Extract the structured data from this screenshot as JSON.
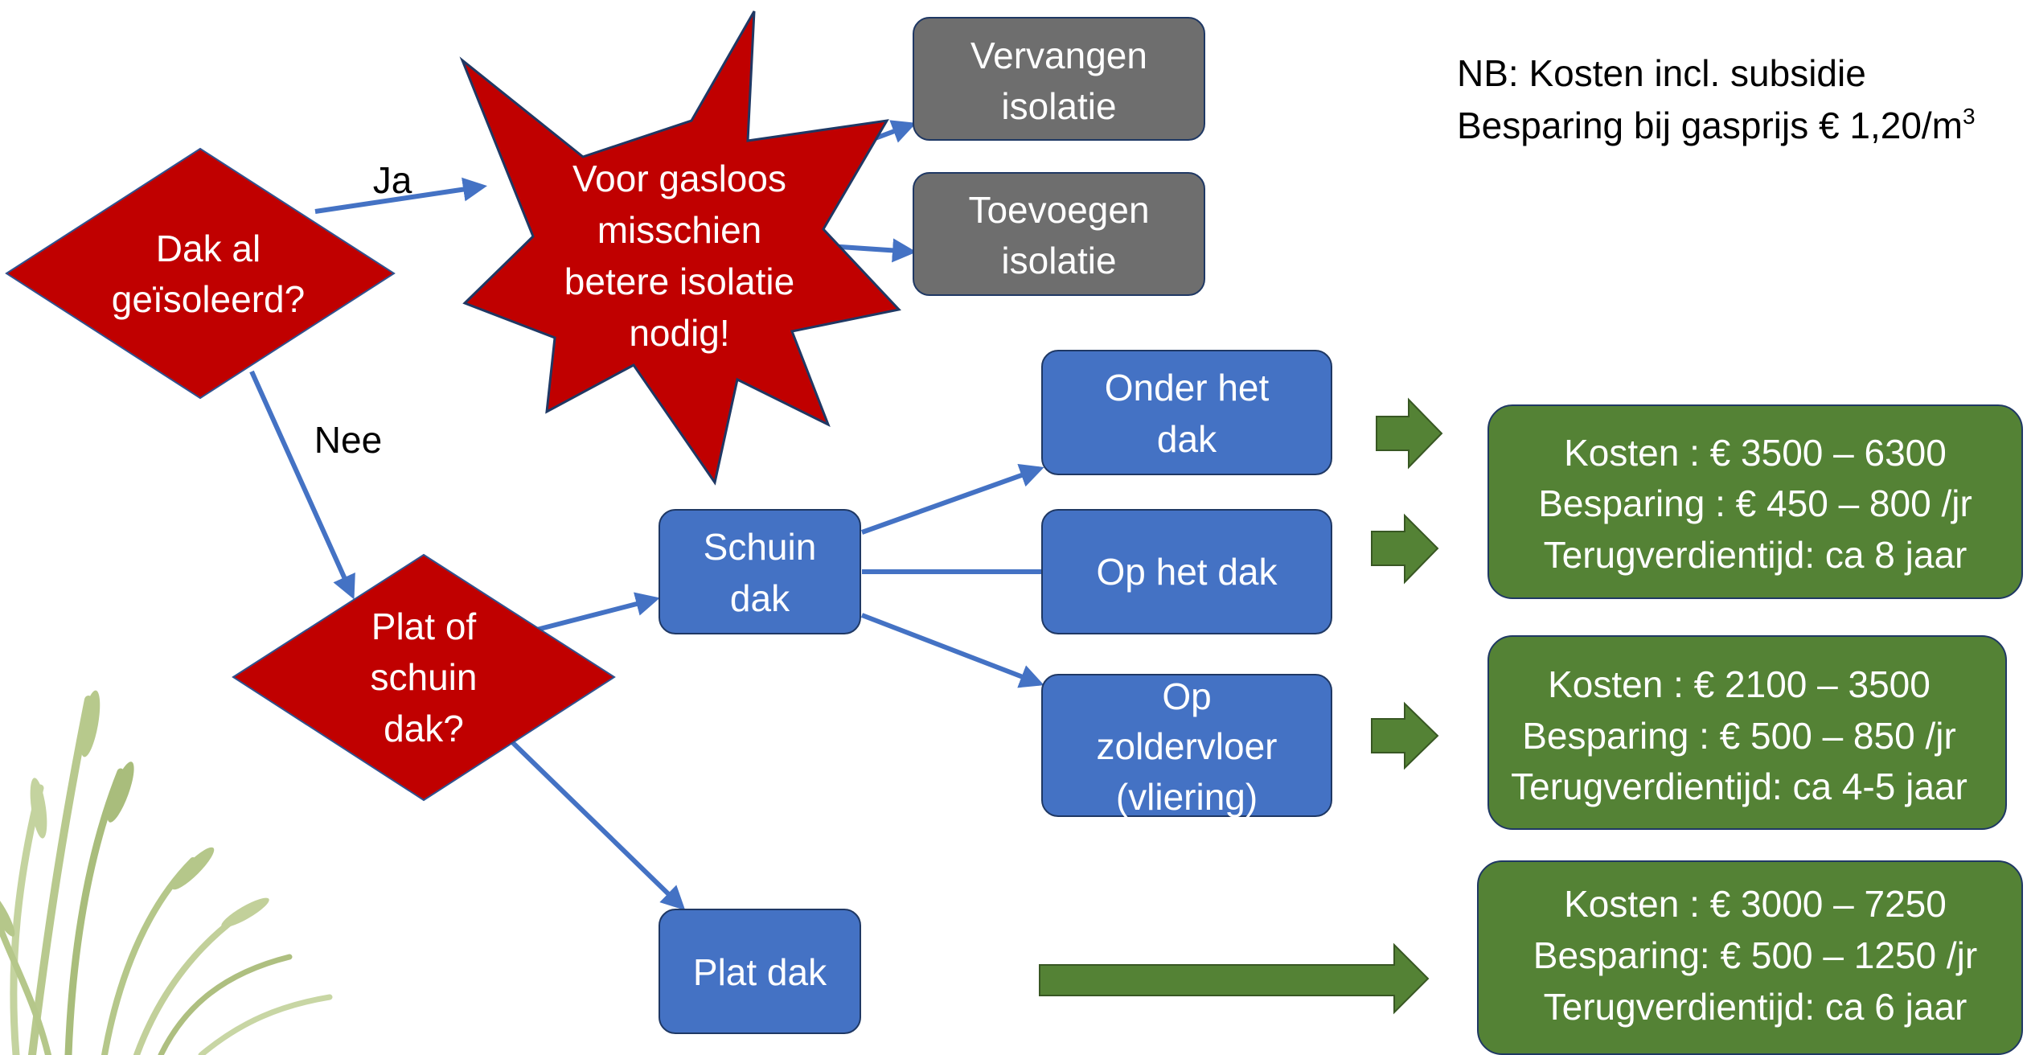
{
  "colors": {
    "decision_red": "#c00000",
    "option_blue": "#4472c4",
    "info_grey": "#6e6e6e",
    "result_green": "#548235",
    "connector_blue": "#4472c4",
    "plant_green": "#b5c78a"
  },
  "note": {
    "line1": "NB: Kosten incl. subsidie",
    "line2": "Besparing bij gasprijs € 1,20/m",
    "superscript": "3"
  },
  "decisions": {
    "insulated": {
      "line1": "Dak al",
      "line2": "geïsoleerd?"
    },
    "flat_or_pitched": {
      "line1": "Plat of",
      "line2": "schuin",
      "line3": "dak?"
    }
  },
  "edge_labels": {
    "yes": "Ja",
    "no": "Nee"
  },
  "warning": {
    "line1": "Voor gasloos",
    "line2": "misschien",
    "line3": "betere isolatie",
    "line4": "nodig!"
  },
  "grey_boxes": {
    "replace": {
      "line1": "Vervangen",
      "line2": "isolatie"
    },
    "add": {
      "line1": "Toevoegen",
      "line2": "isolatie"
    }
  },
  "blue_boxes": {
    "pitched": {
      "line1": "Schuin",
      "line2": "dak"
    },
    "flat": {
      "line1": "Plat dak"
    },
    "under_roof": {
      "line1": "Onder het",
      "line2": "dak"
    },
    "on_roof": {
      "line1": "Op het dak"
    },
    "attic_floor": {
      "line1": "Op",
      "line2": "zoldervloer",
      "line3": "(vliering)"
    }
  },
  "results": {
    "roof": {
      "costs": "Kosten : € 3500 – 6300",
      "savings": "Besparing : € 450 – 800 /jr",
      "payback": "Terugverdientijd: ca 8 jaar"
    },
    "attic": {
      "costs": "Kosten : € 2100 – 3500",
      "savings": "Besparing : € 500 – 850 /jr",
      "payback": "Terugverdientijd: ca 4-5 jaar"
    },
    "flat": {
      "costs": "Kosten : € 3000 – 7250",
      "savings": "Besparing: € 500 – 1250 /jr",
      "payback": "Terugverdientijd: ca 6 jaar"
    }
  }
}
